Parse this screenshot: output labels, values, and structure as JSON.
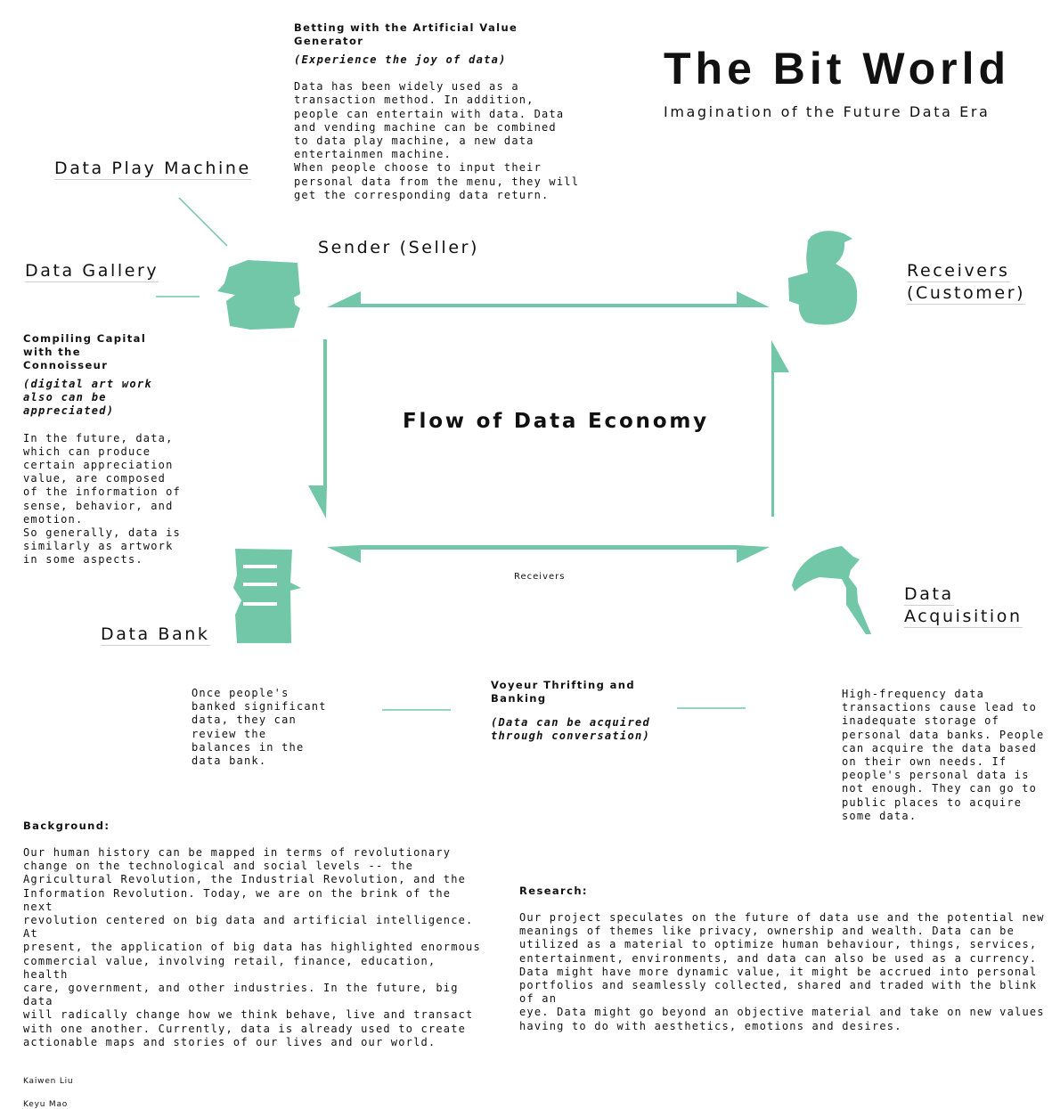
{
  "colors": {
    "accent": "#72c7a9",
    "text": "#111111"
  },
  "header": {
    "title": "The Bit World",
    "subtitle": "Imagination of the Future Data Era"
  },
  "diagram": {
    "center_title": "Flow of Data Economy",
    "bottom_label": "Receivers",
    "nodes": {
      "sender": "Sender (Seller)",
      "receivers_line1": "Receivers",
      "receivers_line2": "(Customer)",
      "data_play_machine": "Data Play Machine",
      "data_gallery": "Data Gallery",
      "data_bank": "Data Bank",
      "data_acquisition_line1": "Data",
      "data_acquisition_line2": "Acquisition"
    },
    "icons": {
      "sender": "data-cube-icon",
      "receivers": "person-silhouette-icon",
      "data_bank": "data-bank-icon",
      "data_acquisition": "pickaxe-icon"
    }
  },
  "blocks": {
    "play_machine": {
      "heading": "Betting with the Artificial Value\nGenerator",
      "subheading": "(Experience the joy of data)",
      "body": "Data has been widely used as a\ntransaction method.  In addition,\npeople can entertain with data. Data\nand vending machine can be combined\nto data play machine, a new data\nentertainmen machine.\nWhen people choose to input their\npersonal data from the menu, they will\nget the corresponding data return."
    },
    "gallery": {
      "heading": "Compiling Capital\nwith the\nConnoisseur",
      "subheading": "(digital art work\nalso can be\nappreciated)",
      "body": "In the future, data,\nwhich can produce\ncertain appreciation\nvalue, are composed\nof the information of\nsense, behavior, and\nemotion.\nSo generally, data is\nsimilarly as artwork\nin some aspects."
    },
    "bank": {
      "body": "Once people's\nbanked significant\ndata, they can\nreview the\nbalances in the\ndata bank."
    },
    "thrifting": {
      "heading": "Voyeur Thrifting and\nBanking",
      "subheading": "(Data can be acquired\nthrough conversation)"
    },
    "acquisition": {
      "body": "High-frequency data\ntransactions cause lead to\ninadequate storage of\npersonal data banks. People\ncan acquire the data based\non their own needs. If\npeople's personal data is\nnot enough. They can go to\npublic places to acquire\nsome data."
    },
    "background": {
      "heading": "Background:",
      "body": "Our human history can be mapped in terms of revolutionary\nchange on the technological and social levels -- the\nAgricultural Revolution, the Industrial Revolution, and the\nInformation Revolution. Today, we are on the brink of the next\nrevolution centered on big data and artificial intelligence. At\npresent, the application of big data has highlighted enormous\ncommercial value, involving retail, finance, education, health\ncare, government, and other industries. In the future, big data\nwill radically change how we think behave, live and transact\nwith one another. Currently, data is already used to create\nactionable maps and stories of our lives and our world."
    },
    "research": {
      "heading": "Research:",
      "body": "Our project speculates on the future of data use and the potential new\nmeanings of themes like privacy, ownership and wealth. Data can be\nutilized as a material to optimize human behaviour, things, services,\nentertainment, environments, and data can also be used as a currency.\nData might have more dynamic value, it might be accrued into personal\nportfolios and seamlessly collected, shared and traded with the blink of an\neye. Data might go beyond an objective material and take on new values\nhaving to do with aesthetics, emotions and desires."
    }
  },
  "credits": {
    "author1": "Kaiwen Liu",
    "author2": "Keyu Mao"
  }
}
